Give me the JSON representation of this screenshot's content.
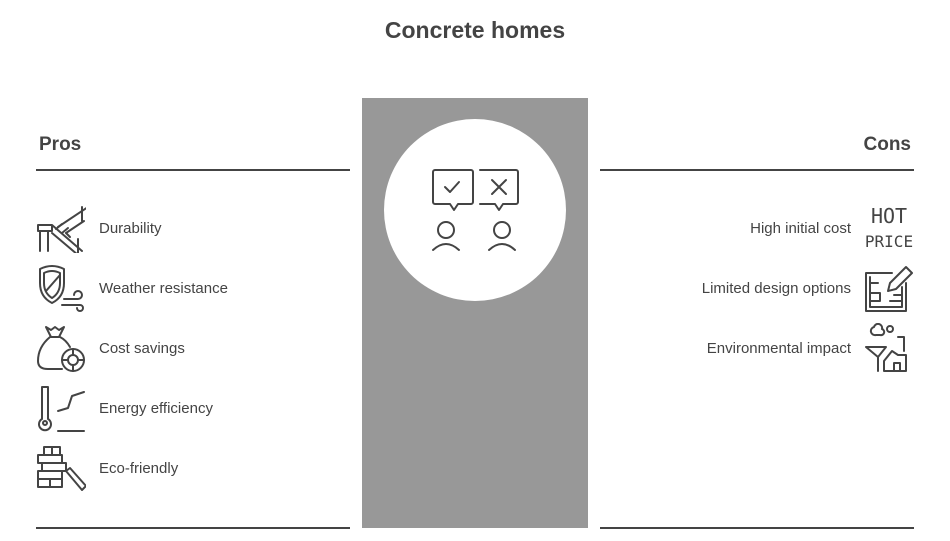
{
  "title": "Concrete homes",
  "pros": {
    "heading": "Pros",
    "items": [
      {
        "label": "Durability",
        "icon": "railing-icon"
      },
      {
        "label": "Weather resistance",
        "icon": "shield-wind-icon"
      },
      {
        "label": "Cost savings",
        "icon": "money-bag-icon"
      },
      {
        "label": "Energy efficiency",
        "icon": "thermometer-icon"
      },
      {
        "label": "Eco-friendly",
        "icon": "bricks-icon"
      }
    ]
  },
  "cons": {
    "heading": "Cons",
    "items": [
      {
        "label": "High initial cost",
        "icon": "hot-price-icon",
        "icon_text": [
          "HOT",
          "PRICE"
        ]
      },
      {
        "label": "Limited design options",
        "icon": "blueprint-pencil-icon"
      },
      {
        "label": "Environmental impact",
        "icon": "factory-pollution-icon"
      }
    ]
  },
  "colors": {
    "center_panel": "#989898",
    "text": "#444444"
  }
}
